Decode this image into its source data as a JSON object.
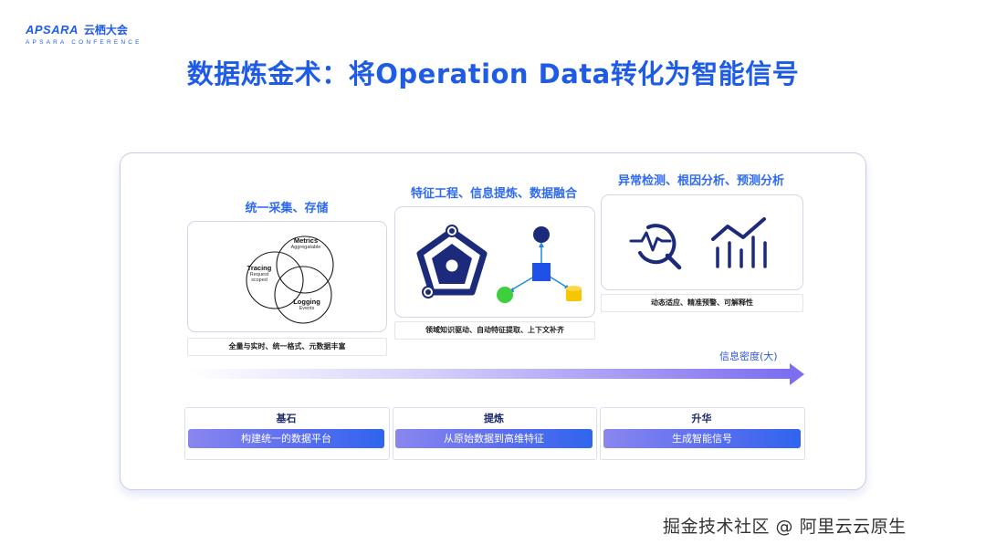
{
  "logo": {
    "mark": "APSARA",
    "cn": "云栖大会",
    "sub": "APSARA CONFERENCE"
  },
  "title": "数据炼金术：将Operation Data转化为智能信号",
  "sections": [
    {
      "title": "统一采集、存储",
      "caption": "全量与实时、统一格式、元数据丰富"
    },
    {
      "title": "特征工程、信息提炼、数据融合",
      "caption": "领域知识驱动、自动特征提取、上下文补齐"
    },
    {
      "title": "异常检测、根因分析、预测分析",
      "caption": "动态适应、精准预警、可解释性"
    }
  ],
  "venn": {
    "metrics": {
      "title": "Metrics",
      "sub": "Aggregatable"
    },
    "tracing": {
      "title": "Tracing",
      "sub1": "Request",
      "sub2": "scoped"
    },
    "logging": {
      "title": "Logging",
      "sub": "Events"
    }
  },
  "arrow_label": "信息密度(大)",
  "stages": [
    {
      "label": "基石",
      "bar": "构建统一的数据平台"
    },
    {
      "label": "提炼",
      "bar": "从原始数据到高维特征"
    },
    {
      "label": "升华",
      "bar": "生成智能信号"
    }
  ],
  "footer": "掘金技术社区 @ 阿里云云原生",
  "colors": {
    "accent": "#1f5ce6",
    "navy": "#1b2a7a",
    "green": "#3ecf3e",
    "yellow": "#f7c600"
  },
  "icons": [
    "pentagon-shield-icon",
    "feature-graph-icon",
    "magnify-pulse-icon",
    "trend-chart-icon"
  ]
}
